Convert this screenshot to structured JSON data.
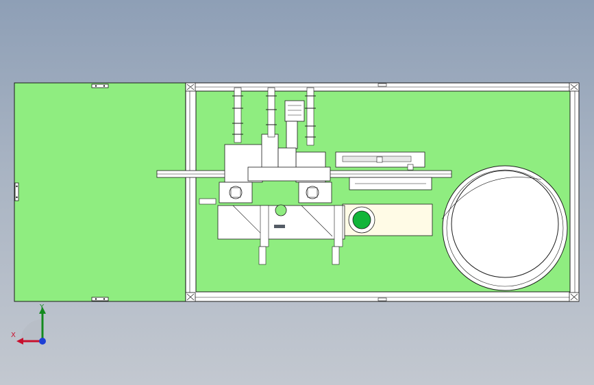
{
  "view": {
    "type": "cad-top-view",
    "background_top": "#8e9fb6",
    "background_bottom": "#c3c8d0"
  },
  "model": {
    "panel_color": "#8fed80",
    "frame_color": "#ffffff",
    "line_color": "#1a1a1a",
    "accent_green": "#11b53a"
  },
  "triad": {
    "x_label": "X",
    "y_label": "Y",
    "x_color": "#c8102e",
    "y_color": "#138a1e",
    "z_color": "#1d3fd6"
  }
}
